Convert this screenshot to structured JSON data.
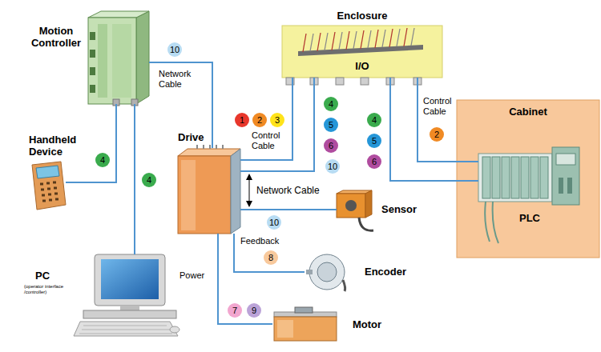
{
  "diagram": {
    "nodes": [
      {
        "text": [
          "Motion Controller"
        ]
      },
      {
        "text": [
          "Enclosure",
          "I/O"
        ]
      },
      {
        "text": [
          "Cabinet"
        ]
      },
      {
        "text": [
          "PLC"
        ],
        "in": 2
      },
      {
        "text": [
          "Handheld Device"
        ]
      },
      {
        "text": [
          "Drive"
        ]
      },
      {
        "text": [
          "Sensor"
        ]
      },
      {
        "text": [
          "Encoder"
        ]
      },
      {
        "text": [
          "PC",
          "(operator interface /controller)"
        ]
      },
      {
        "text": [
          "Motor"
        ]
      }
    ],
    "edges": [
      {
        "from": 0,
        "to": 5,
        "label": "Network Cable",
        "arrow": "none"
      },
      {
        "from": 0,
        "to": 4,
        "arrow": "none"
      },
      {
        "from": 0,
        "to": 8,
        "arrow": "none"
      },
      {
        "from": 5,
        "to": 1,
        "label": "Control Cable",
        "arrow": "none"
      },
      {
        "from": 5,
        "to": 1,
        "arrow": "none"
      },
      {
        "from": 5,
        "to": 6,
        "arrow": "none"
      },
      {
        "from": 5,
        "to": 7,
        "label": "Feedback",
        "arrow": "none"
      },
      {
        "from": 5,
        "to": 9,
        "label": "Power",
        "arrow": "none"
      },
      {
        "from": 1,
        "to": 3,
        "arrow": "none"
      },
      {
        "from": 1,
        "to": 3,
        "label": "Control Cable",
        "arrow": "none"
      }
    ],
    "labels": [
      "10",
      "4",
      "4",
      "1",
      "2",
      "3",
      "4",
      "5",
      "6",
      "10",
      "4",
      "5",
      "6",
      "2",
      "Network Cable",
      "10",
      "8",
      "7",
      "9"
    ]
  }
}
